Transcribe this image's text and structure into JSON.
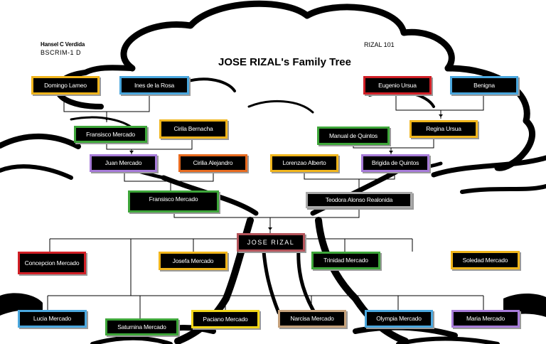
{
  "header": {
    "author": "Hansel C Verdida",
    "section": "BSCRIM-1 D",
    "course": "RIZAL 101",
    "title": "JOSE RIZAL's Family Tree"
  },
  "colors": {
    "box_fill": "#000000",
    "box_text": "#ffffff",
    "yellow": "#f0b51c",
    "blue": "#4aa7de",
    "red": "#d11f26",
    "green": "#3ea63a",
    "purple": "#a77bd8",
    "orange": "#e76a1f",
    "maroon": "#b4535a",
    "tan": "#c5a17b",
    "gray": "#a9a9a9"
  },
  "people": {
    "domingo_lameo": "Domingo Lameo",
    "ines_de_la_rosa": "Ines de la Rosa",
    "eugenio_ursua": "Eugenio Ursua",
    "benigna": "Benigna",
    "fransisco_mercado_elder": "Fransisco Mercado",
    "cirila_bernacha": "Cirila Bernacha",
    "manual_de_quintos": "Manual de Quintos",
    "regina_ursua": "Regina Ursua",
    "juan_mercado": "Juan Mercado",
    "cirilia_alejandro": "Cirilia Alejandro",
    "lorenzao_alberto": "Lorenzao Alberto",
    "brigida_de_quintos": "Brigida de Quintos",
    "fransisco_mercado": "Fransisco Mercado",
    "teodora_alonso": "Teodora Alonso Realonida",
    "jose_rizal": "JOSE RIZAL",
    "concepcion_mercado": "Concepcion Mercado",
    "josefa_mercado": "Josefa Mercado",
    "trinidad_mercado": "Trinidad Mercado",
    "soledad_mercado": "Soledad Mercado",
    "lucia_mercado": "Lucia Mercado",
    "saturnina_mercado": "Saturnina Mercado",
    "paciano_mercado": "Paciano Mercado",
    "narcisa_mercado": "Narcisa Mercado",
    "olympia_mercado": "Olympia Mercado",
    "maria_mercado": "Maria Mercado"
  }
}
